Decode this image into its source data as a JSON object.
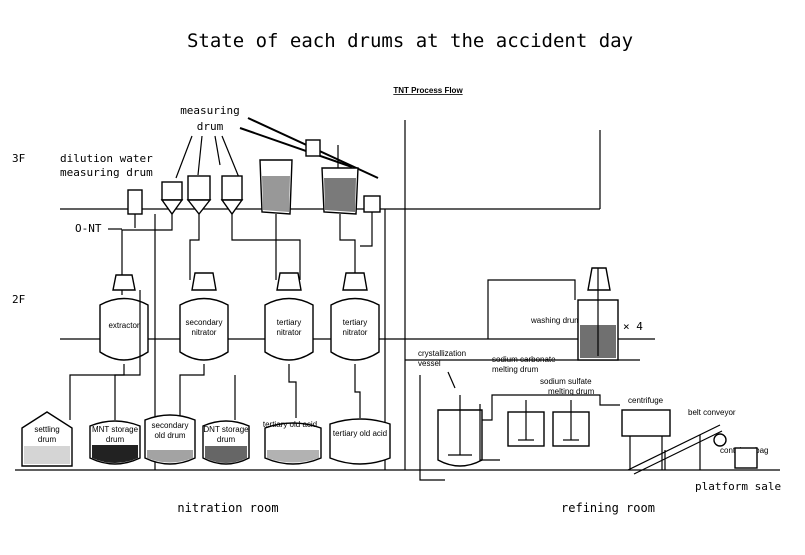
{
  "title": "State of each drums at the accident day",
  "subtitle": "TNT Process Flow",
  "floors": {
    "third": "3F",
    "second": "2F"
  },
  "labels": {
    "measuring_drum_line1": "measuring",
    "measuring_drum_line2": "drum",
    "dilution_line1": "dilution water",
    "dilution_line2": "measuring drum",
    "ont": "O-NT",
    "extractor": "extractor",
    "secondary_nitrator_1": "secondary",
    "secondary_nitrator_2": "nitrator",
    "tertiary_1": "tertiary",
    "tertiary_1b": "nitrator",
    "tertiary_2": "tertiary",
    "tertiary_2b": "nitrator",
    "settling_1": "settling",
    "settling_2": "drum",
    "mnt_1": "MNT storage",
    "mnt_2": "drum",
    "sec_old_1": "secondary",
    "sec_old_2": "old drum",
    "dnt_1": "DNT storage",
    "dnt_2": "drum",
    "tert_old_1": "tertiary old acid",
    "tert_old_2": "tertiary old acid",
    "crystal_1": "crystallization",
    "crystal_2": "vessel",
    "sodium_carbonate_1": "sodium carbonate",
    "sodium_carbonate_2": "melting drum",
    "sodium_sulfate_1": "sodium sulfate",
    "sodium_sulfate_2": "melting drum",
    "washing_drum": "washing drum",
    "times4": "× 4",
    "centrifuge": "centrifuge",
    "belt_conveyor": "belt conveyor",
    "container_bag": "container bag",
    "platform_sale": "platform sale"
  },
  "rooms": {
    "nitration": "nitration room",
    "refining": "refining room"
  }
}
